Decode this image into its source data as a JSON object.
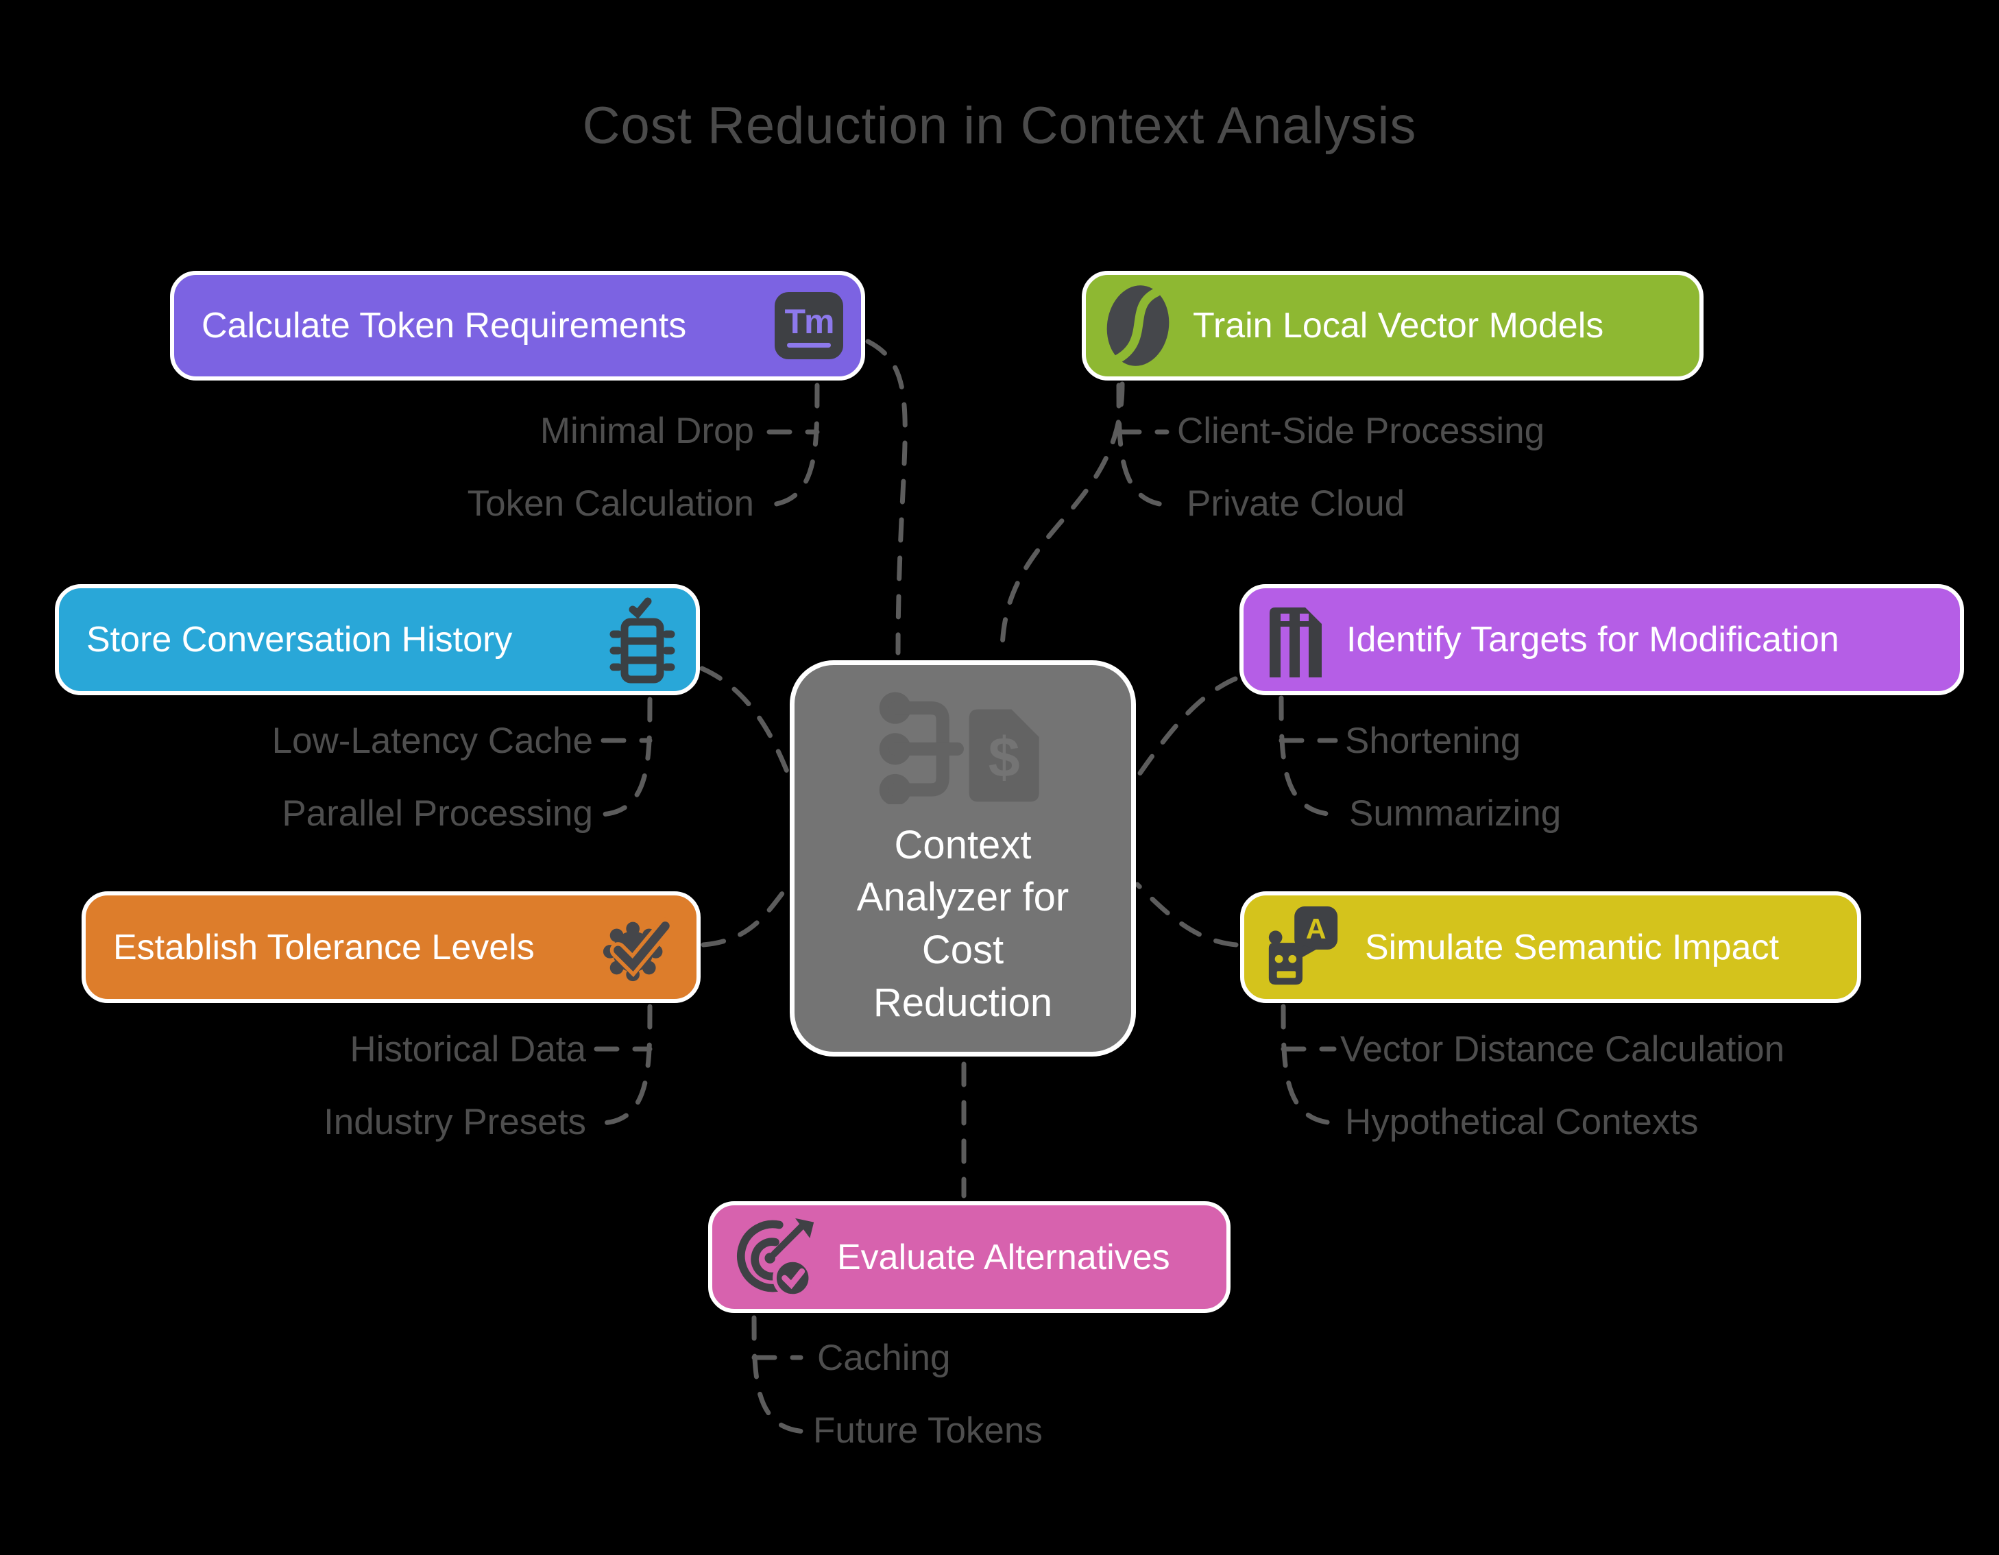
{
  "title": "Cost Reduction in Context Analysis",
  "center": {
    "label": "Context Analyzer for Cost Reduction",
    "icon": "flowchart-dollar-document-icon",
    "dollar_glyph": "$",
    "color": "#747474"
  },
  "branches": [
    {
      "label": "Calculate Token Requirements",
      "color": "#7c63e2",
      "icon": "tm-letters-icon",
      "icon_text": "Tm",
      "children": [
        "Minimal Drop",
        "Token Calculation"
      ]
    },
    {
      "label": "Train Local Vector Models",
      "color": "#8eb832",
      "icon": "seed-swirl-icon",
      "children": [
        "Client-Side Processing",
        "Private Cloud"
      ]
    },
    {
      "label": "Store Conversation History",
      "color": "#29a7d8",
      "icon": "checked-list-icon",
      "children": [
        "Low-Latency Cache",
        "Parallel Processing"
      ]
    },
    {
      "label": "Identify Targets for Modification",
      "color": "#b55ee6",
      "icon": "pillars-icon",
      "children": [
        "Shortening",
        "Summarizing"
      ]
    },
    {
      "label": "Establish Tolerance Levels",
      "color": "#dd7d2b",
      "icon": "gear-check-icon",
      "children": [
        "Historical Data",
        "Industry Presets"
      ]
    },
    {
      "label": "Simulate Semantic Impact",
      "color": "#d4c31c",
      "icon": "robot-chat-icon",
      "icon_text": "A",
      "children": [
        "Vector Distance Calculation",
        "Hypothetical Contexts"
      ]
    },
    {
      "label": "Evaluate Alternatives",
      "color": "#d762ae",
      "icon": "target-arrow-check-icon",
      "children": [
        "Caching",
        "Future Tokens"
      ]
    }
  ],
  "style": {
    "background": "#000000",
    "title_color": "#4b4b4b",
    "sublabel_color": "#4e4e4e",
    "connector_color": "#5c5c5c",
    "node_text_color": "#ffffff",
    "node_border_color": "#ffffff",
    "icon_dark_color": "#3f4145"
  }
}
